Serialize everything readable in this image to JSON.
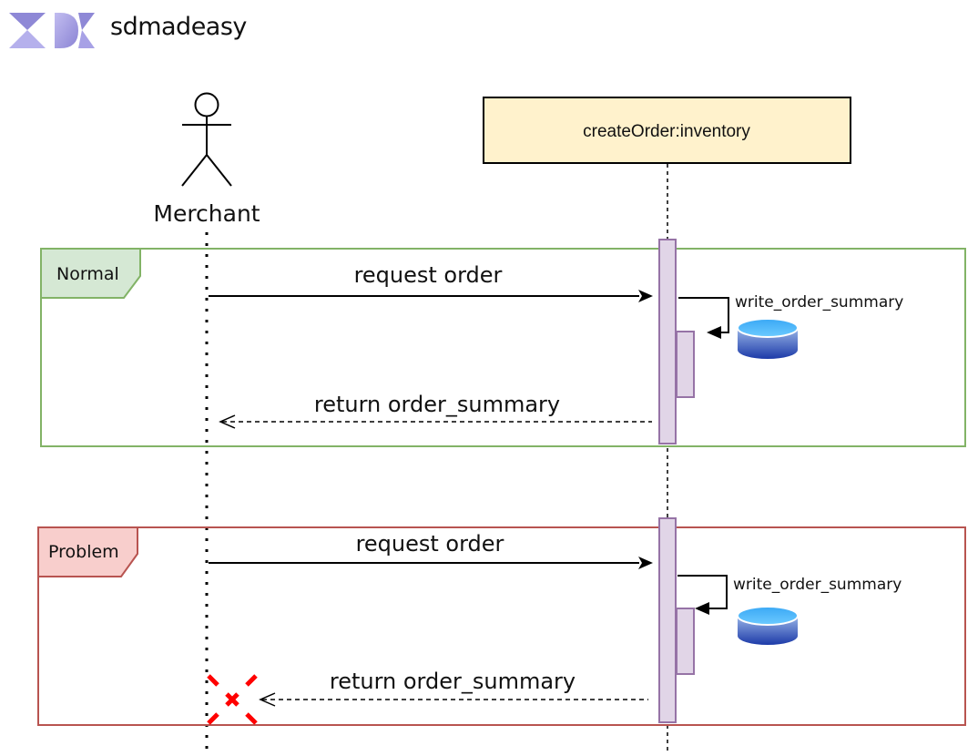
{
  "brand": {
    "name": "sdmadeasy",
    "logo_icon": "sdmadeasy-logo-icon",
    "logo_color_light": "#b3aee8",
    "logo_color_dark": "#7e78c9"
  },
  "participants": {
    "actor": {
      "label": "Merchant",
      "icon": "actor-stick-figure-icon"
    },
    "object": {
      "label": "createOrder:inventory",
      "fill": "#fff2cc"
    }
  },
  "fragments": [
    {
      "label": "Normal",
      "border_color": "#82b366",
      "tab_fill": "#d5e8d4",
      "request_label": "request order",
      "self_call_label": "write_order_summary",
      "return_label": "return order_summary",
      "database_icon": "database-icon",
      "return_failed": false
    },
    {
      "label": "Problem",
      "border_color": "#b85450",
      "tab_fill": "#f8cecc",
      "request_label": "request order",
      "self_call_label": "write_order_summary",
      "return_label": "return order_summary",
      "database_icon": "database-icon",
      "return_failed": true,
      "failure_icon": "red-x-failure-icon",
      "failure_color": "#ff0000"
    }
  ],
  "colors": {
    "activation_fill": "#e1d5e7",
    "activation_border": "#9673a6",
    "line": "#000000"
  }
}
